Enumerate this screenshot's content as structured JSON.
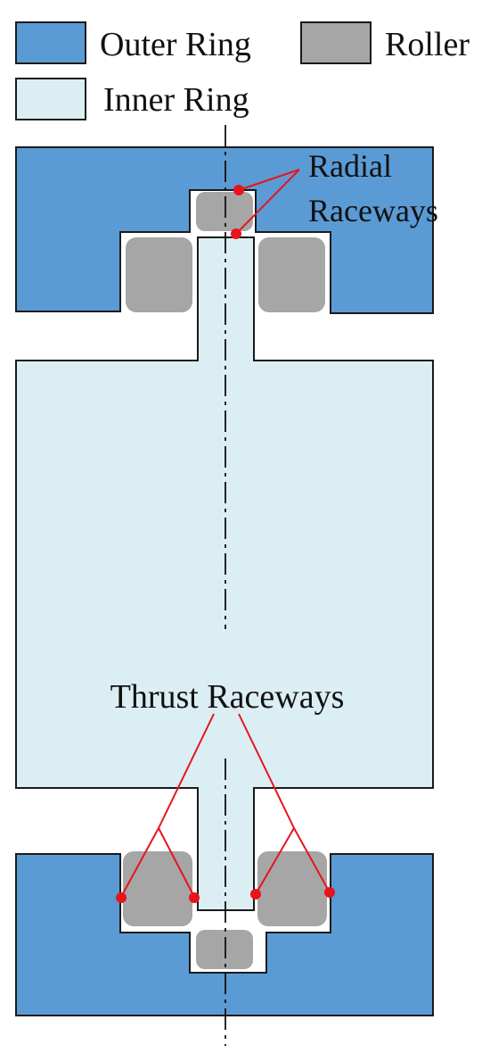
{
  "legend": {
    "items": [
      {
        "label": "Outer Ring",
        "color": "#5b9bd5"
      },
      {
        "label": "Roller",
        "color": "#a6a6a6"
      },
      {
        "label": "Inner Ring",
        "color": "#dbeef4"
      }
    ]
  },
  "annotations": {
    "radial_line1": "Radial",
    "radial_line2": "Raceways",
    "thrust": "Thrust Raceways"
  },
  "colors": {
    "outer_ring": "#5b9bd5",
    "inner_ring": "#dbeef4",
    "roller": "#a6a6a6",
    "raceway_marker": "#e8141c",
    "outline": "#1a1a1a"
  }
}
